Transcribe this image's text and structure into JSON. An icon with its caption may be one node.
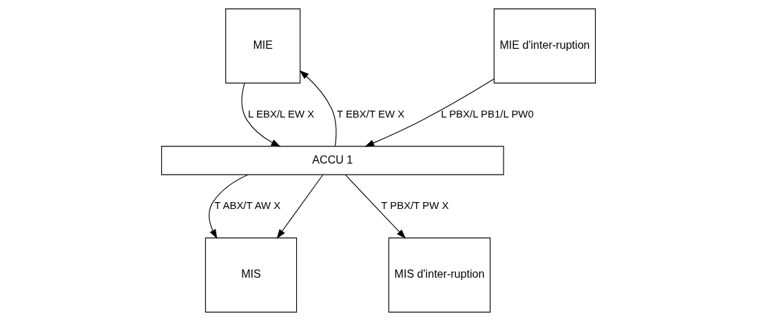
{
  "diagram": {
    "nodes": [
      {
        "text": [
          "MIE"
        ]
      },
      {
        "text": [
          "MIE d'inter-ruption"
        ]
      },
      {
        "text": [
          "ACCU 1"
        ]
      },
      {
        "text": [
          "MIS"
        ]
      },
      {
        "text": [
          "MIS d'inter-ruption"
        ]
      }
    ],
    "edges": [
      {
        "from": 2,
        "to": 0,
        "arrow": "to",
        "label": "T EBX/T EW X"
      },
      {
        "from": 0,
        "to": 2,
        "arrow": "to",
        "label": "L EBX/L EW X"
      },
      {
        "from": 1,
        "to": 2,
        "arrow": "to",
        "label": "L PBX/L PB1/L PW0"
      },
      {
        "from": 2,
        "to": 3,
        "arrow": "to",
        "label": "T ABX/T AW X"
      },
      {
        "from": 2,
        "to": 3,
        "arrow": "to"
      },
      {
        "from": 2,
        "to": 4,
        "arrow": "to",
        "label": "T PBX/T PW X"
      }
    ]
  }
}
